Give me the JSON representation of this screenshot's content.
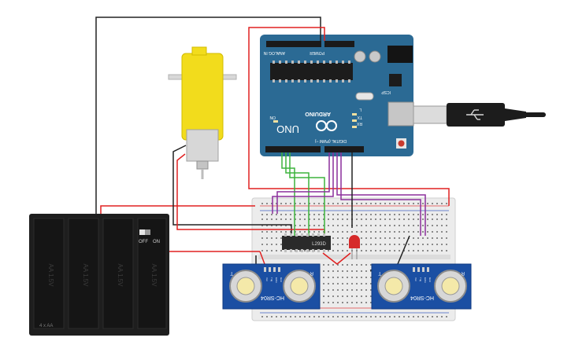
{
  "arduino": {
    "brand": "ARDUINO",
    "model": "UNO",
    "on_label": "ON",
    "tx_label": "TX",
    "rx_label": "RX",
    "l_label": "L",
    "digital_label": "DIGITAL (PWM ~)",
    "analog_label": "ANALOG IN",
    "power_label": "POWER",
    "icsp_label": "ICSP"
  },
  "battery": {
    "cell_label": "AA 1.5V",
    "pack_label": "4 x AA",
    "off_label": "OFF",
    "on_label": "ON"
  },
  "ic": {
    "label": "L293D"
  },
  "sensors": {
    "label": "HC-SR04",
    "t_label": "T",
    "r_label": "R",
    "pins": [
      "Vcc",
      "Trig",
      "Echo",
      "Gnd"
    ]
  },
  "colors": {
    "arduino": "#2b6a94",
    "motor": "#f2dc1c",
    "battery": "#1c1c1c",
    "breadboard": "#e9e9e9",
    "wire_red": "#e02020",
    "wire_black": "#222222",
    "wire_green": "#3db33d",
    "wire_purple": "#8b2f9c",
    "sensor_board": "#1b4fa3",
    "led": "#d62a2a"
  }
}
